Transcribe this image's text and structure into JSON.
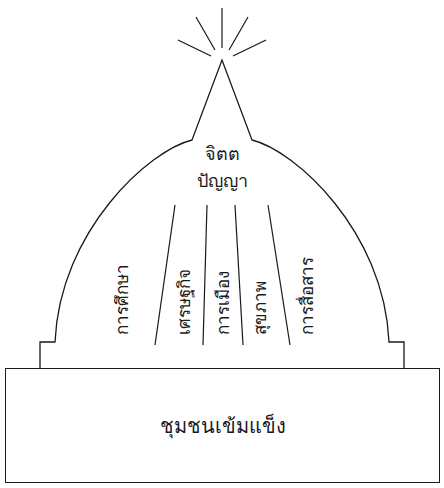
{
  "diagram": {
    "nodes": [
      {
        "text": [
          "จิตต ปัญญา"
        ]
      },
      {
        "text": [
          "การศึกษา"
        ],
        "in": 0
      },
      {
        "text": [
          "เศรษฐกิจ"
        ],
        "in": 0
      },
      {
        "text": [
          "การเมือง"
        ],
        "in": 0
      },
      {
        "text": [
          "สุขภาพ"
        ],
        "in": 0
      },
      {
        "text": [
          "การสื่อสาร"
        ],
        "in": 0
      },
      {
        "text": [
          "ชุมชนเข้มแข็ง"
        ]
      }
    ]
  }
}
